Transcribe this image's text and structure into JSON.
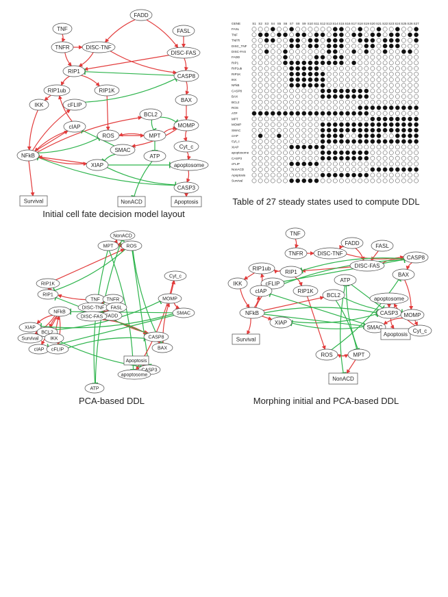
{
  "captions": {
    "initial": "Initial cell fate decision model layout",
    "table": "Table of 27 steady states used to compute DDL",
    "pca": "PCA-based DDL",
    "morph": "Morphing initial and PCA-based DDL"
  },
  "colors": {
    "activation": "#e23a3a",
    "inhibition": "#2bb34a",
    "node_stroke": "#444444"
  },
  "table": {
    "header": "GENE",
    "columns": [
      "S1",
      "S2",
      "S3",
      "S4",
      "S5",
      "S6",
      "S7",
      "S8",
      "S9",
      "S10",
      "S11",
      "S12",
      "S13",
      "S14",
      "S15",
      "S16",
      "S17",
      "S18",
      "S19",
      "S20",
      "S21",
      "S22",
      "S23",
      "S24",
      "S25",
      "S26",
      "S27"
    ],
    "genes": [
      "FASL",
      "TNF",
      "TNFR",
      "DISC_TNF",
      "DISC-FAS",
      "FADD",
      "RIP1",
      "RIP1ub",
      "RIP1K",
      "IKK",
      "NFkB",
      "CASP8",
      "BAX",
      "BCL2",
      "ROS",
      "ATP",
      "MPT",
      "MOMP",
      "SMAC",
      "cIAP",
      "Cyt_c",
      "XIAP",
      "apoptosome",
      "CASP3",
      "cFLIP",
      "NonACD",
      "Apoptosis",
      "Survival"
    ],
    "states": [
      "000100100000011001001001001",
      "011011011011011011011011011",
      "001100110110111001110111001",
      "000000110110111000110111000",
      "001001000000110010100100110",
      "000001000011011000000000000",
      "000001111111111010000000000",
      "000000111110000000000000000",
      "000000111111000000000000000",
      "000000111111000000000000000",
      "000000111111000000000000000",
      "000000000001111111100000000",
      "000000000001111111100000000",
      "000000000000000000000000000",
      "000000000000000001111111111",
      "111111111111111111100000000",
      "000000000000000000011111111",
      "000000000001111111111111111",
      "000000000001111111111111111",
      "010010000001111001111001111",
      "000000000001111111111111111",
      "000000111111000000000000000",
      "000000000001111111100000000",
      "000000000001111111100000000",
      "000000111110000000000000000",
      "000000000000000000011111111",
      "000000000001111111100000000",
      "000000111110000000000000000"
    ]
  },
  "graph_a": {
    "nodes": [
      {
        "id": "TNF",
        "label": "TNF"
      },
      {
        "id": "FADD",
        "label": "FADD"
      },
      {
        "id": "FASL",
        "label": "FASL"
      },
      {
        "id": "TNFR",
        "label": "TNFR"
      },
      {
        "id": "DISCTNF",
        "label": "DISC-TNF"
      },
      {
        "id": "DISCFAS",
        "label": "DISC-FAS"
      },
      {
        "id": "RIP1",
        "label": "RIP1"
      },
      {
        "id": "CASP8",
        "label": "CASP8"
      },
      {
        "id": "RIP1ub",
        "label": "RIP1ub"
      },
      {
        "id": "RIP1K",
        "label": "RIP1K"
      },
      {
        "id": "BAX",
        "label": "BAX"
      },
      {
        "id": "IKK",
        "label": "IKK"
      },
      {
        "id": "cFLIP",
        "label": "cFLIP"
      },
      {
        "id": "BCL2",
        "label": "BCL2"
      },
      {
        "id": "cIAP",
        "label": "cIAP"
      },
      {
        "id": "ROS",
        "label": "ROS"
      },
      {
        "id": "MOMP",
        "label": "MOMP"
      },
      {
        "id": "MPT",
        "label": "MPT"
      },
      {
        "id": "SMAC",
        "label": "SMAC"
      },
      {
        "id": "Cytc",
        "label": "Cyt_c"
      },
      {
        "id": "NFkB",
        "label": "NFkB"
      },
      {
        "id": "ATP",
        "label": "ATP"
      },
      {
        "id": "XIAP",
        "label": "XIAP"
      },
      {
        "id": "apoptosome",
        "label": "apoptosome"
      },
      {
        "id": "CASP3",
        "label": "CASP3"
      },
      {
        "id": "Survival",
        "label": "Survival"
      },
      {
        "id": "NonACD",
        "label": "NonACD"
      },
      {
        "id": "Apoptosis",
        "label": "Apoptosis"
      }
    ]
  },
  "graph_b": {
    "nodes": [
      {
        "id": "NonACD",
        "label": "NonACD"
      },
      {
        "id": "MPT",
        "label": "MPT"
      },
      {
        "id": "ROS",
        "label": "ROS"
      },
      {
        "id": "RIP1K",
        "label": "RIP1K"
      },
      {
        "id": "RIP1",
        "label": "RIP1"
      },
      {
        "id": "Cytc",
        "label": "Cyt_c"
      },
      {
        "id": "MOMP",
        "label": "MOMP"
      },
      {
        "id": "SMAC",
        "label": "SMAC"
      },
      {
        "id": "TNF",
        "label": "TNF"
      },
      {
        "id": "TNFR",
        "label": "TNFR"
      },
      {
        "id": "DISCTNF",
        "label": "DISC-TNF"
      },
      {
        "id": "FASL",
        "label": "FASL"
      },
      {
        "id": "FADD",
        "label": "FADD"
      },
      {
        "id": "DISCFAS",
        "label": "DISC-FAS"
      },
      {
        "id": "XIAP",
        "label": "XIAP"
      },
      {
        "id": "NFkB",
        "label": "NFkB"
      },
      {
        "id": "BCL2",
        "label": "BCL2"
      },
      {
        "id": "Survival",
        "label": "Survival"
      },
      {
        "id": "IKK",
        "label": "IKK"
      },
      {
        "id": "cIAP",
        "label": "cIAP"
      },
      {
        "id": "cFLIP",
        "label": "cFLIP"
      },
      {
        "id": "CASP8",
        "label": "CASP8"
      },
      {
        "id": "BAX",
        "label": "BAX"
      },
      {
        "id": "Apoptosis",
        "label": "Apoptosis"
      },
      {
        "id": "CASP3",
        "label": "CASP3"
      },
      {
        "id": "apoptosome",
        "label": "apoptosome"
      },
      {
        "id": "ATP",
        "label": "ATP"
      }
    ]
  },
  "graph_c": {
    "nodes": [
      {
        "id": "TNF",
        "label": "TNF"
      },
      {
        "id": "FADD",
        "label": "FADD"
      },
      {
        "id": "FASL",
        "label": "FASL"
      },
      {
        "id": "TNFR",
        "label": "TNFR"
      },
      {
        "id": "DISCTNF",
        "label": "DISC-TNF"
      },
      {
        "id": "CASP8",
        "label": "CASP8"
      },
      {
        "id": "DISCFAS",
        "label": "DISC-FAS"
      },
      {
        "id": "RIP1ub",
        "label": "RIP1ub"
      },
      {
        "id": "RIP1",
        "label": "RIP1"
      },
      {
        "id": "BAX",
        "label": "BAX"
      },
      {
        "id": "IKK",
        "label": "IKK"
      },
      {
        "id": "cFLIP",
        "label": "cFLIP"
      },
      {
        "id": "ATP",
        "label": "ATP"
      },
      {
        "id": "cIAP",
        "label": "cIAP"
      },
      {
        "id": "RIP1K",
        "label": "RIP1K"
      },
      {
        "id": "BCL2",
        "label": "BCL2"
      },
      {
        "id": "apoptosome",
        "label": "apoptosome"
      },
      {
        "id": "NFkB",
        "label": "NFkB"
      },
      {
        "id": "CASP3",
        "label": "CASP3"
      },
      {
        "id": "MOMP",
        "label": "MOMP"
      },
      {
        "id": "XIAP",
        "label": "XIAP"
      },
      {
        "id": "SMAC",
        "label": "SMAC"
      },
      {
        "id": "Apoptosis",
        "label": "Apoptosis"
      },
      {
        "id": "Cytc",
        "label": "Cyt_c"
      },
      {
        "id": "Survival",
        "label": "Survival"
      },
      {
        "id": "ROS",
        "label": "ROS"
      },
      {
        "id": "MPT",
        "label": "MPT"
      },
      {
        "id": "NonACD",
        "label": "NonACD"
      }
    ]
  }
}
